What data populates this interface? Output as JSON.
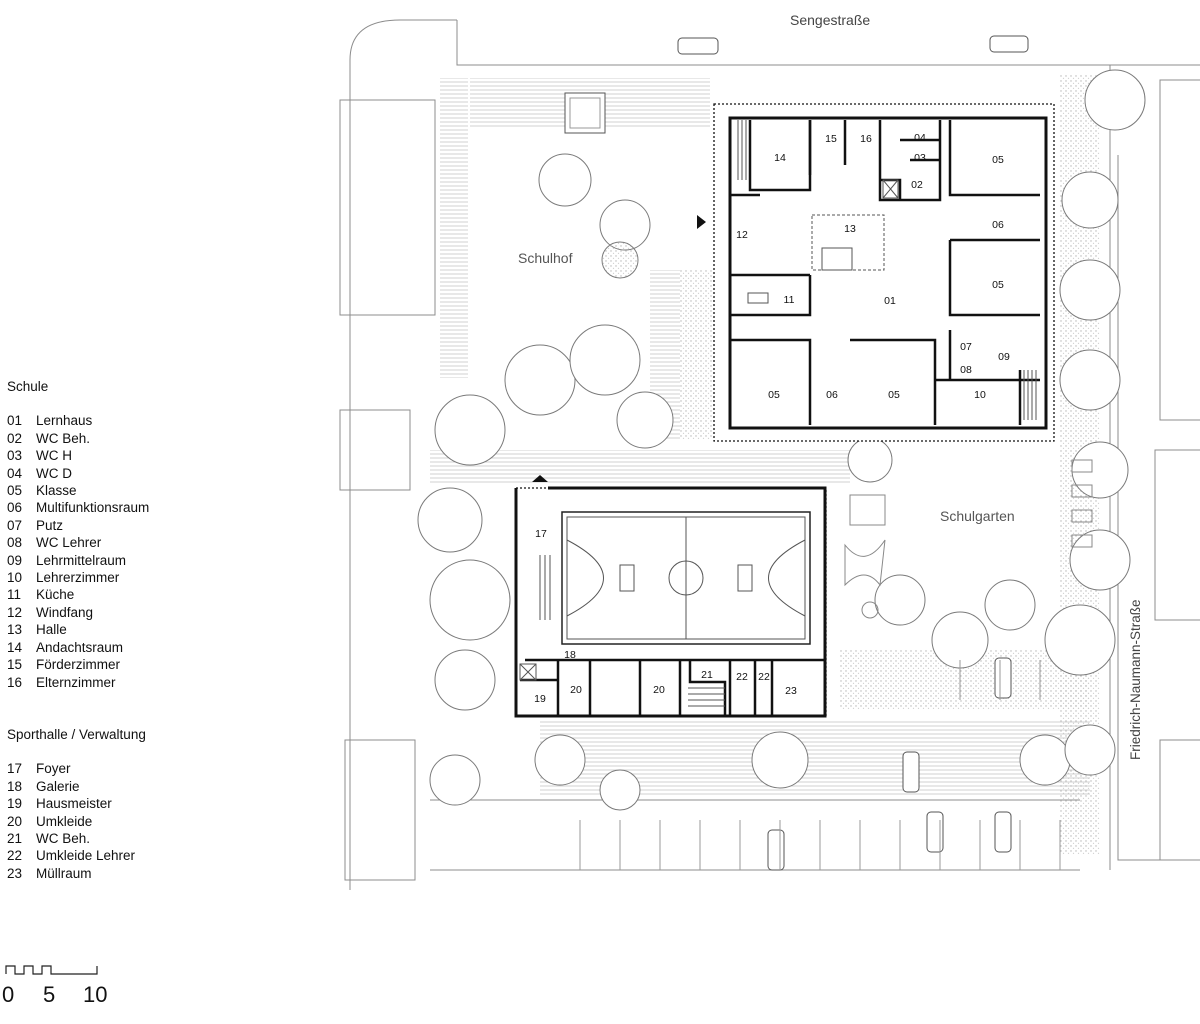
{
  "streets": {
    "north": "Sengestraße",
    "east": "Friedrich-Naumann-Straße"
  },
  "areas": {
    "schoolyard": "Schulhof",
    "garden": "Schulgarten"
  },
  "school": {
    "heading": "Schule",
    "rooms": [
      {
        "num": "01",
        "name": "Lernhaus"
      },
      {
        "num": "02",
        "name": "WC Beh."
      },
      {
        "num": "03",
        "name": "WC H"
      },
      {
        "num": "04",
        "name": "WC D"
      },
      {
        "num": "05",
        "name": "Klasse"
      },
      {
        "num": "06",
        "name": "Multifunktionsraum"
      },
      {
        "num": "07",
        "name": "Putz"
      },
      {
        "num": "08",
        "name": "WC Lehrer"
      },
      {
        "num": "09",
        "name": "Lehrmittelraum"
      },
      {
        "num": "10",
        "name": "Lehrerzimmer"
      },
      {
        "num": "11",
        "name": "Küche"
      },
      {
        "num": "12",
        "name": "Windfang"
      },
      {
        "num": "13",
        "name": "Halle"
      },
      {
        "num": "14",
        "name": "Andachtsraum"
      },
      {
        "num": "15",
        "name": "Förderzimmer"
      },
      {
        "num": "16",
        "name": "Elternzimmer"
      }
    ]
  },
  "sport": {
    "heading": "Sporthalle / Verwaltung",
    "rooms": [
      {
        "num": "17",
        "name": "Foyer"
      },
      {
        "num": "18",
        "name": "Galerie"
      },
      {
        "num": "19",
        "name": "Hausmeister"
      },
      {
        "num": "20",
        "name": "Umkleide"
      },
      {
        "num": "21",
        "name": "WC Beh."
      },
      {
        "num": "22",
        "name": "Umkleide Lehrer"
      },
      {
        "num": "23",
        "name": "Müllraum"
      }
    ]
  },
  "scale": {
    "labels": [
      "0",
      "5",
      "10"
    ]
  },
  "plan_labels": {
    "r01": "01",
    "r02": "02",
    "r03": "03",
    "r04": "04",
    "r05a": "05",
    "r05b": "05",
    "r05c": "05",
    "r05d": "05",
    "r06a": "06",
    "r06b": "06",
    "r07": "07",
    "r08": "08",
    "r09": "09",
    "r10": "10",
    "r11": "11",
    "r12": "12",
    "r13": "13",
    "r14": "14",
    "r15": "15",
    "r16": "16",
    "r17": "17",
    "r18": "18",
    "r19": "19",
    "r20a": "20",
    "r20b": "20",
    "r21": "21",
    "r22a": "22",
    "r22b": "22",
    "r23": "23"
  },
  "colors": {
    "wall": "#111111",
    "line": "#888888",
    "tree": "#7a7a7a",
    "stipple": "#b5b5b5"
  }
}
